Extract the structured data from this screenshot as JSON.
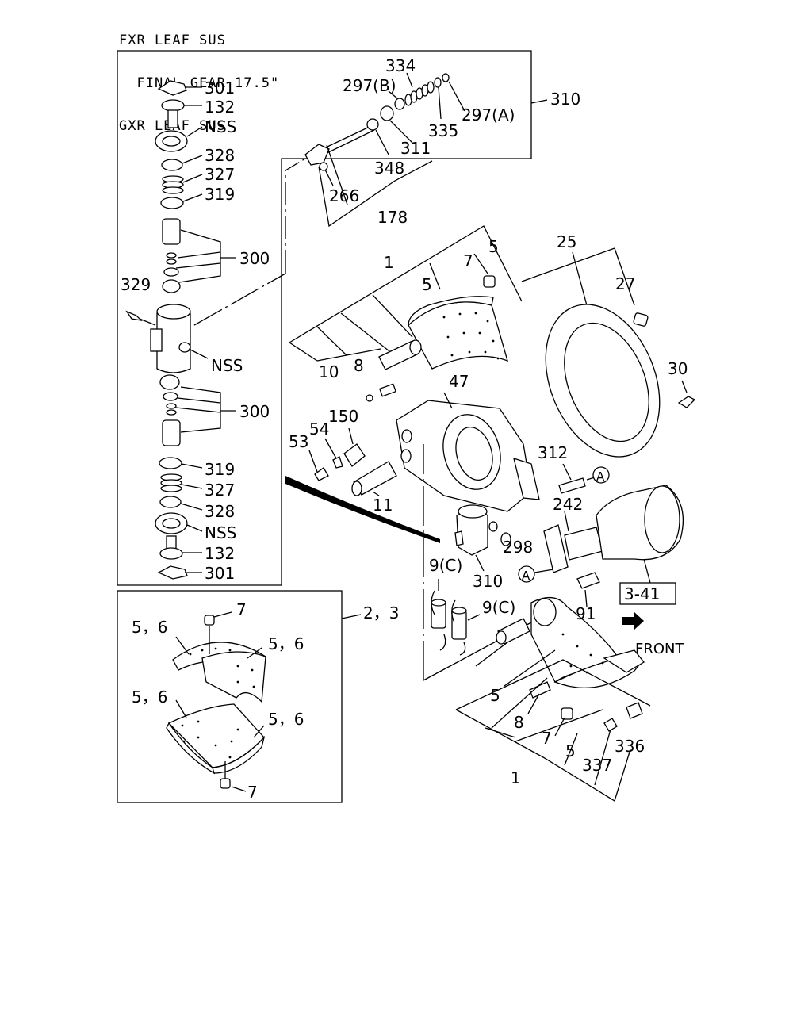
{
  "header": {
    "lines": [
      "FXR LEAF SUS",
      "  FINAL GEAR 17.5\"",
      "GXR LEAF SUS"
    ]
  },
  "labels": {
    "l301a": "301",
    "l132a": "132",
    "lNSSa": "NSS",
    "l328a": "328",
    "l327a": "327",
    "l319a": "319",
    "l300a": "300",
    "l329": "329",
    "lNSSb": "NSS",
    "l300b": "300",
    "l319b": "319",
    "l327b": "327",
    "l328b": "328",
    "lNSSc": "NSS",
    "l132b": "132",
    "l301b": "301",
    "l334": "334",
    "l297b": "297(B)",
    "l297a": "297(A)",
    "l310a": "310",
    "l335": "335",
    "l311": "311",
    "l348": "348",
    "l266": "266",
    "l178": "178",
    "l1a": "1",
    "l7a": "7",
    "l5a": "5",
    "l5b": "5",
    "l25": "25",
    "l27": "27",
    "l30": "30",
    "l10": "10",
    "l8a": "8",
    "l47": "47",
    "l150": "150",
    "l54": "54",
    "l53": "53",
    "l312": "312",
    "l11": "11",
    "l242": "242",
    "l298": "298",
    "l9ca": "9(C)",
    "l310b": "310",
    "l341": "3-41",
    "l9cb": "9(C)",
    "l91": "91",
    "lfront": "FRONT",
    "l5c": "5",
    "l8b": "8",
    "l7b": "7",
    "l5d": "5",
    "l1b": "1",
    "l337": "337",
    "l336": "336",
    "l23": "2，3",
    "l7c": "7",
    "l56a": "5，6",
    "l56b": "5，6",
    "l56c": "5，6",
    "l56d": "5，6",
    "l7d": "7",
    "circleA1": "A",
    "circleA2": "A"
  }
}
